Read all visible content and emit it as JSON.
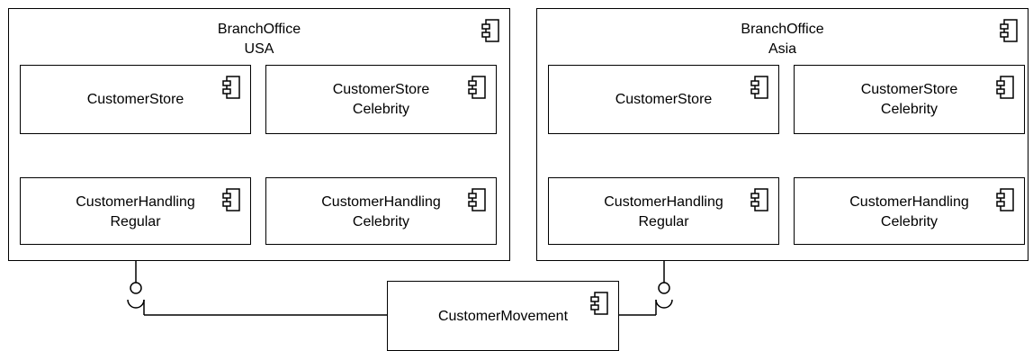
{
  "branches": [
    {
      "title": "BranchOffice\nUSA",
      "components": [
        {
          "label": "CustomerStore"
        },
        {
          "label": "CustomerStore\nCelebrity"
        },
        {
          "label": "CustomerHandling\nRegular"
        },
        {
          "label": "CustomerHandling\nCelebrity"
        }
      ]
    },
    {
      "title": "BranchOffice\nAsia",
      "components": [
        {
          "label": "CustomerStore"
        },
        {
          "label": "CustomerStore\nCelebrity"
        },
        {
          "label": "CustomerHandling\nRegular"
        },
        {
          "label": "CustomerHandling\nCelebrity"
        }
      ]
    }
  ],
  "movement": {
    "label": "CustomerMovement"
  }
}
